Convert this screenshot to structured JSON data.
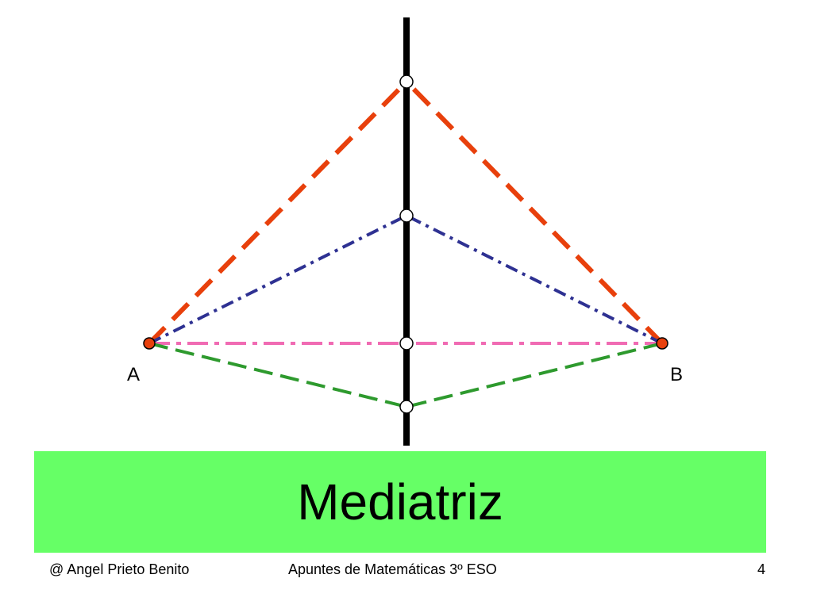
{
  "diagram": {
    "title": "Mediatriz",
    "point_a_label": "A",
    "point_b_label": "B",
    "colors": {
      "mediatrix": "#000000",
      "red_segments": "#e8400c",
      "blue_segments": "#2e3192",
      "pink_segment": "#f06bb3",
      "green_segments": "#2e9a2e",
      "endpoints": "#e8400c",
      "title_band": "#66ff66"
    }
  },
  "footer": {
    "author": "@  Angel Prieto Benito",
    "course": "Apuntes de Matemáticas  3º ESO",
    "page_number": "4"
  }
}
